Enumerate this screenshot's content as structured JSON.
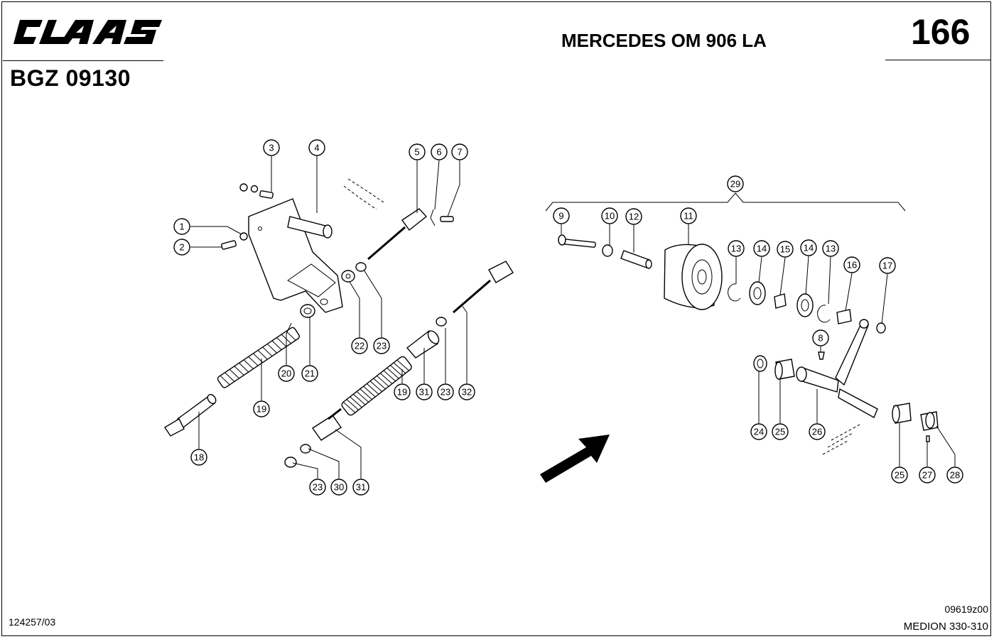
{
  "header": {
    "brand": "CLAAS",
    "doc_code": "BGZ 09130",
    "engine": "MERCEDES OM 906 LA",
    "page_number": "166"
  },
  "footer": {
    "left_code": "124257/03",
    "drawing_code": "09619z00",
    "model": "MEDION 330-310"
  },
  "callouts": [
    "3",
    "4",
    "5",
    "6",
    "7",
    "1",
    "2",
    "22",
    "23",
    "20",
    "21",
    "19",
    "18",
    "19",
    "31",
    "23",
    "32",
    "23",
    "30",
    "31",
    "29",
    "9",
    "10",
    "12",
    "11",
    "13",
    "14",
    "15",
    "14",
    "13",
    "16",
    "17",
    "8",
    "24",
    "25",
    "26",
    "25",
    "27",
    "28"
  ]
}
